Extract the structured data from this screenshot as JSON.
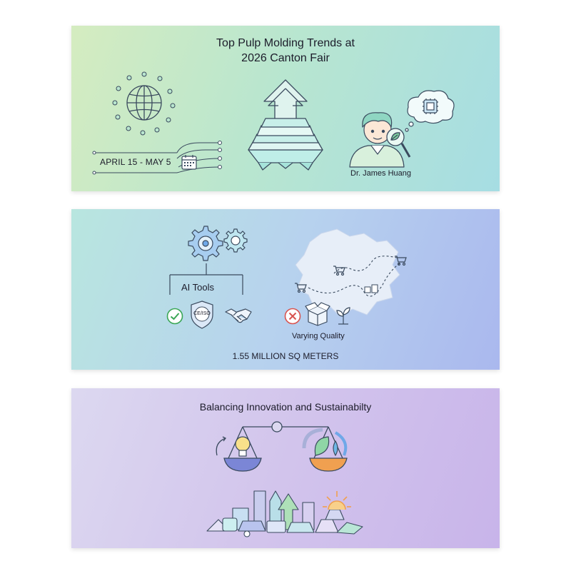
{
  "panel1": {
    "title_line1": "Top Pulp Molding Trends at",
    "title_line2": "2026 Canton Fair",
    "dates": "APRIL 15 - MAY 5",
    "person_name": "Dr. James Huang"
  },
  "panel2": {
    "ai_tools_label": "AI Tools",
    "badge_text": "CE/ISO",
    "varying_quality_label": "Varying Quality",
    "area_label": "1.55 MILLION SQ METERS"
  },
  "panel3": {
    "title": "Balancing Innovation and Sustainabilty"
  },
  "colors": {
    "line": "#3a4a5e",
    "accent_teal": "#5cc7c4",
    "accent_blue": "#6fa8e8",
    "check_green": "#3aa655",
    "cross_red": "#d9534f",
    "warm_orange": "#f0a050"
  },
  "icons": [
    "globe-icon",
    "calendar-icon",
    "stacked-trays-icon",
    "scientist-icon",
    "chip-icon",
    "magnifier-leaf-icon",
    "gears-icon",
    "check-icon",
    "certification-shield-icon",
    "handshake-icon",
    "map-icon",
    "cart-icon",
    "cross-icon",
    "open-box-icon",
    "sprout-icon",
    "balance-scale-icon",
    "lightbulb-icon",
    "leaf-drop-icon",
    "packaging-city-icon",
    "sun-icon"
  ]
}
